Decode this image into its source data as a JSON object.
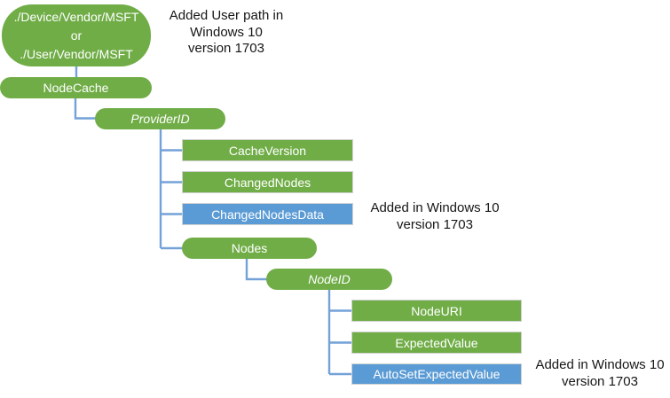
{
  "colors": {
    "node_green": "#70AD47",
    "node_blue": "#5B9BD5",
    "connector_blue": "#74A2D8",
    "rect_border": "#D2D2D2",
    "annotation_text": "#161616"
  },
  "nodes": {
    "root": {
      "label": "./Device/Vendor/MSFT\nor\n./User/Vendor/MSFT"
    },
    "nodecache": {
      "label": "NodeCache"
    },
    "providerid": {
      "label": "ProviderID"
    },
    "cacheversion": {
      "label": "CacheVersion"
    },
    "changednodes": {
      "label": "ChangedNodes"
    },
    "changednodesdata": {
      "label": "ChangedNodesData"
    },
    "nodes_node": {
      "label": "Nodes"
    },
    "nodeid": {
      "label": "NodeID"
    },
    "nodeuri": {
      "label": "NodeURI"
    },
    "expectedvalue": {
      "label": "ExpectedValue"
    },
    "autosetexpectedvalue": {
      "label": "AutoSetExpectedValue"
    }
  },
  "annotations": {
    "user_path": {
      "text": "Added User path in\nWindows 10\nversion 1703"
    },
    "changednodesdata_added": {
      "text": "Added in Windows 10\nversion 1703"
    },
    "autosetexpectedvalue_added": {
      "text": "Added in Windows 10\nversion 1703"
    }
  }
}
